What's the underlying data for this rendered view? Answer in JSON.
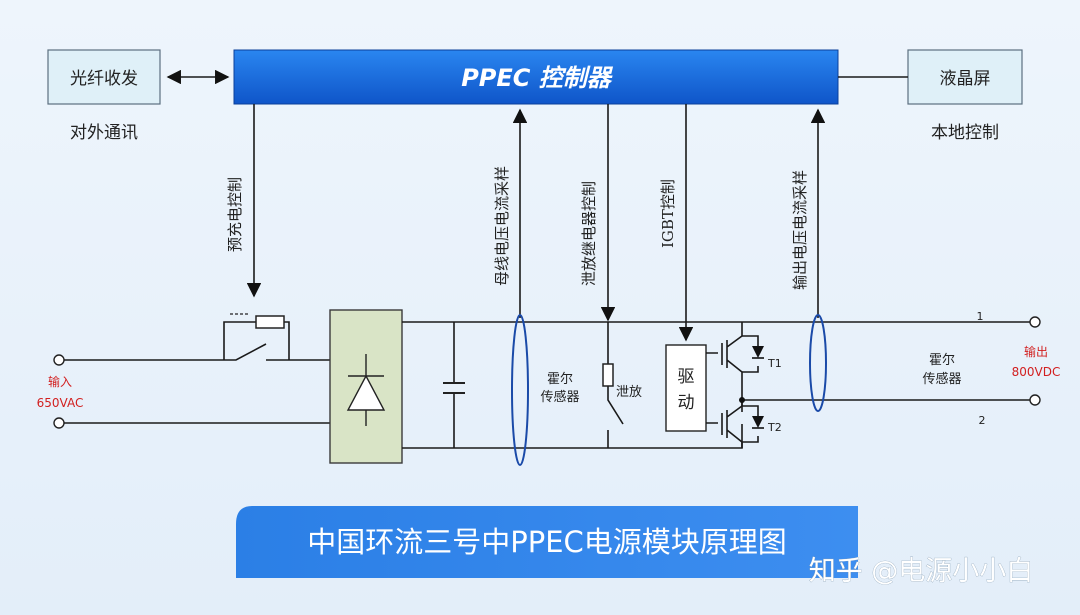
{
  "controller": {
    "title": "PPEC 控制器",
    "color": "#1565d8"
  },
  "left_box": {
    "label": "光纤收发",
    "caption": "对外通讯"
  },
  "right_box": {
    "label": "液晶屏",
    "caption": "本地控制"
  },
  "signals": {
    "precharge": "预充电控制",
    "bus_sample": "母线电压电流采样",
    "discharge_relay": "泄放继电器控制",
    "igbt": "IGBT控制",
    "output_sample": "输出电压电流采样"
  },
  "circuit": {
    "input_label": "输入",
    "input_value": "650VAC",
    "output_label": "输出",
    "output_value": "800VDC",
    "hall_sensor_1": [
      "霍尔",
      "传感器"
    ],
    "hall_sensor_2": [
      "霍尔",
      "传感器"
    ],
    "discharge": "泄放",
    "driver": [
      "驱",
      "动"
    ],
    "t1": "T1",
    "t2": "T2",
    "terminal_1": "1",
    "terminal_2": "2"
  },
  "caption": {
    "text": "中国环流三号中PPEC电源模块原理图",
    "color": "#2f7de0"
  },
  "watermark": "知乎 @电源小小白"
}
